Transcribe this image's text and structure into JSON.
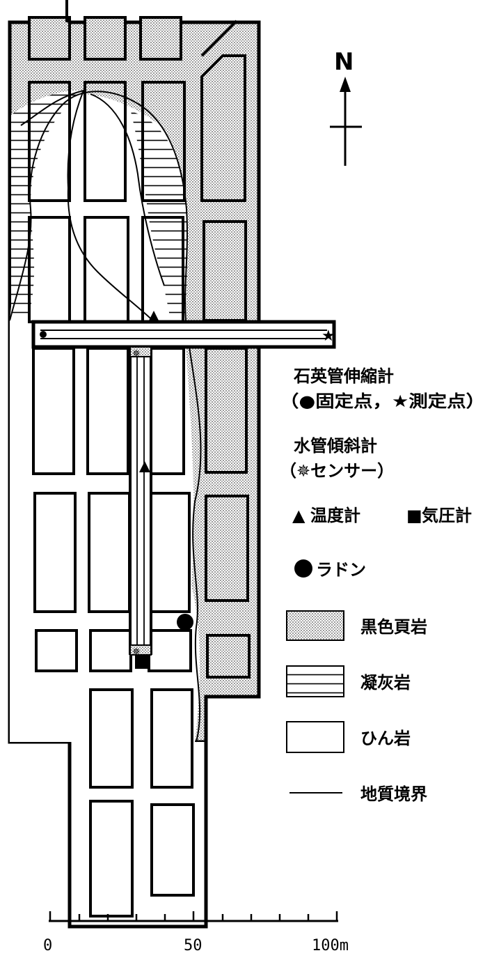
{
  "north": {
    "label": "N"
  },
  "legend": {
    "extensometer": {
      "title": "石英管伸縮計",
      "detail": "（●固定点，★測定点）"
    },
    "tiltmeter": {
      "title": "水管傾斜計",
      "detail": "（✵センサー）"
    },
    "thermometer": {
      "symbol": "▲",
      "label": "温度計"
    },
    "barometer": {
      "symbol": "■",
      "label": "気圧計"
    },
    "radon": {
      "symbol": "●",
      "label": "ラドン"
    },
    "geology": [
      {
        "id": "shale",
        "pattern": "dots",
        "label": "黒色頁岩"
      },
      {
        "id": "tuff",
        "pattern": "hlines",
        "label": "凝灰岩"
      },
      {
        "id": "porphyrite",
        "pattern": "blank",
        "label": "ひん岩"
      },
      {
        "id": "boundary",
        "pattern": "line",
        "label": "地質境界"
      }
    ]
  },
  "scale": {
    "ticks": [
      "0",
      "50",
      "100m"
    ]
  },
  "colors": {
    "ink": "#000000",
    "paper": "#ffffff",
    "stipple": "#b9b9b9"
  }
}
